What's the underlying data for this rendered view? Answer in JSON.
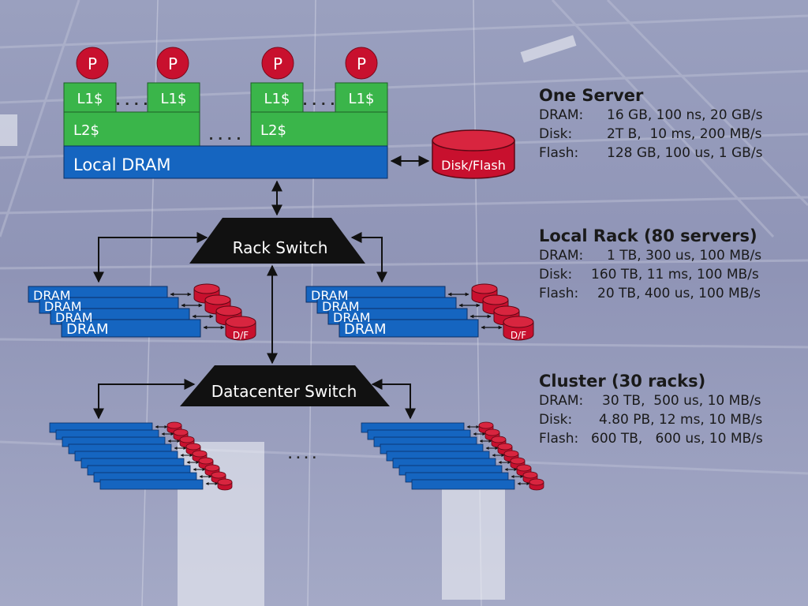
{
  "processor_label": "P",
  "l1_label": "L1$",
  "l2_label": "L2$",
  "local_dram_label": "Local DRAM",
  "disk_flash_label": "Disk/Flash",
  "rack_switch_label": "Rack Switch",
  "datacenter_switch_label": "Datacenter Switch",
  "dram_label": "DRAM",
  "df_label": "D/F",
  "ellipsis": ". . . .",
  "sections": [
    {
      "title": "One Server",
      "rows": [
        {
          "label": "DRAM:",
          "value": "16 GB, 100 ns, 20 GB/s"
        },
        {
          "label": "Disk:",
          "value": "2T B,  10 ms, 200 MB/s"
        },
        {
          "label": "Flash:",
          "value": "128 GB, 100 us, 1 GB/s"
        }
      ]
    },
    {
      "title": "Local Rack (80 servers)",
      "rows": [
        {
          "label": "DRAM:",
          "value": "1 TB, 300 us, 100 MB/s"
        },
        {
          "label": "Disk:",
          "value": "160 TB, 11 ms, 100 MB/s"
        },
        {
          "label": "Flash:",
          "value": "20 TB, 400 us, 100 MB/s"
        }
      ]
    },
    {
      "title": "Cluster (30 racks)",
      "rows": [
        {
          "label": "DRAM:",
          "value": "30 TB,  500 us, 10 MB/s"
        },
        {
          "label": "Disk:",
          "value": "4.80 PB, 12 ms, 10 MB/s"
        },
        {
          "label": "Flash:",
          "value": "600 TB,   600 us, 10 MB/s"
        }
      ]
    }
  ],
  "colors": {
    "processor": "#c8102e",
    "l1": "#3ab54a",
    "l2": "#3ab54a",
    "dram": "#1565c0",
    "disk": "#c8102e",
    "switch": "#111111"
  }
}
